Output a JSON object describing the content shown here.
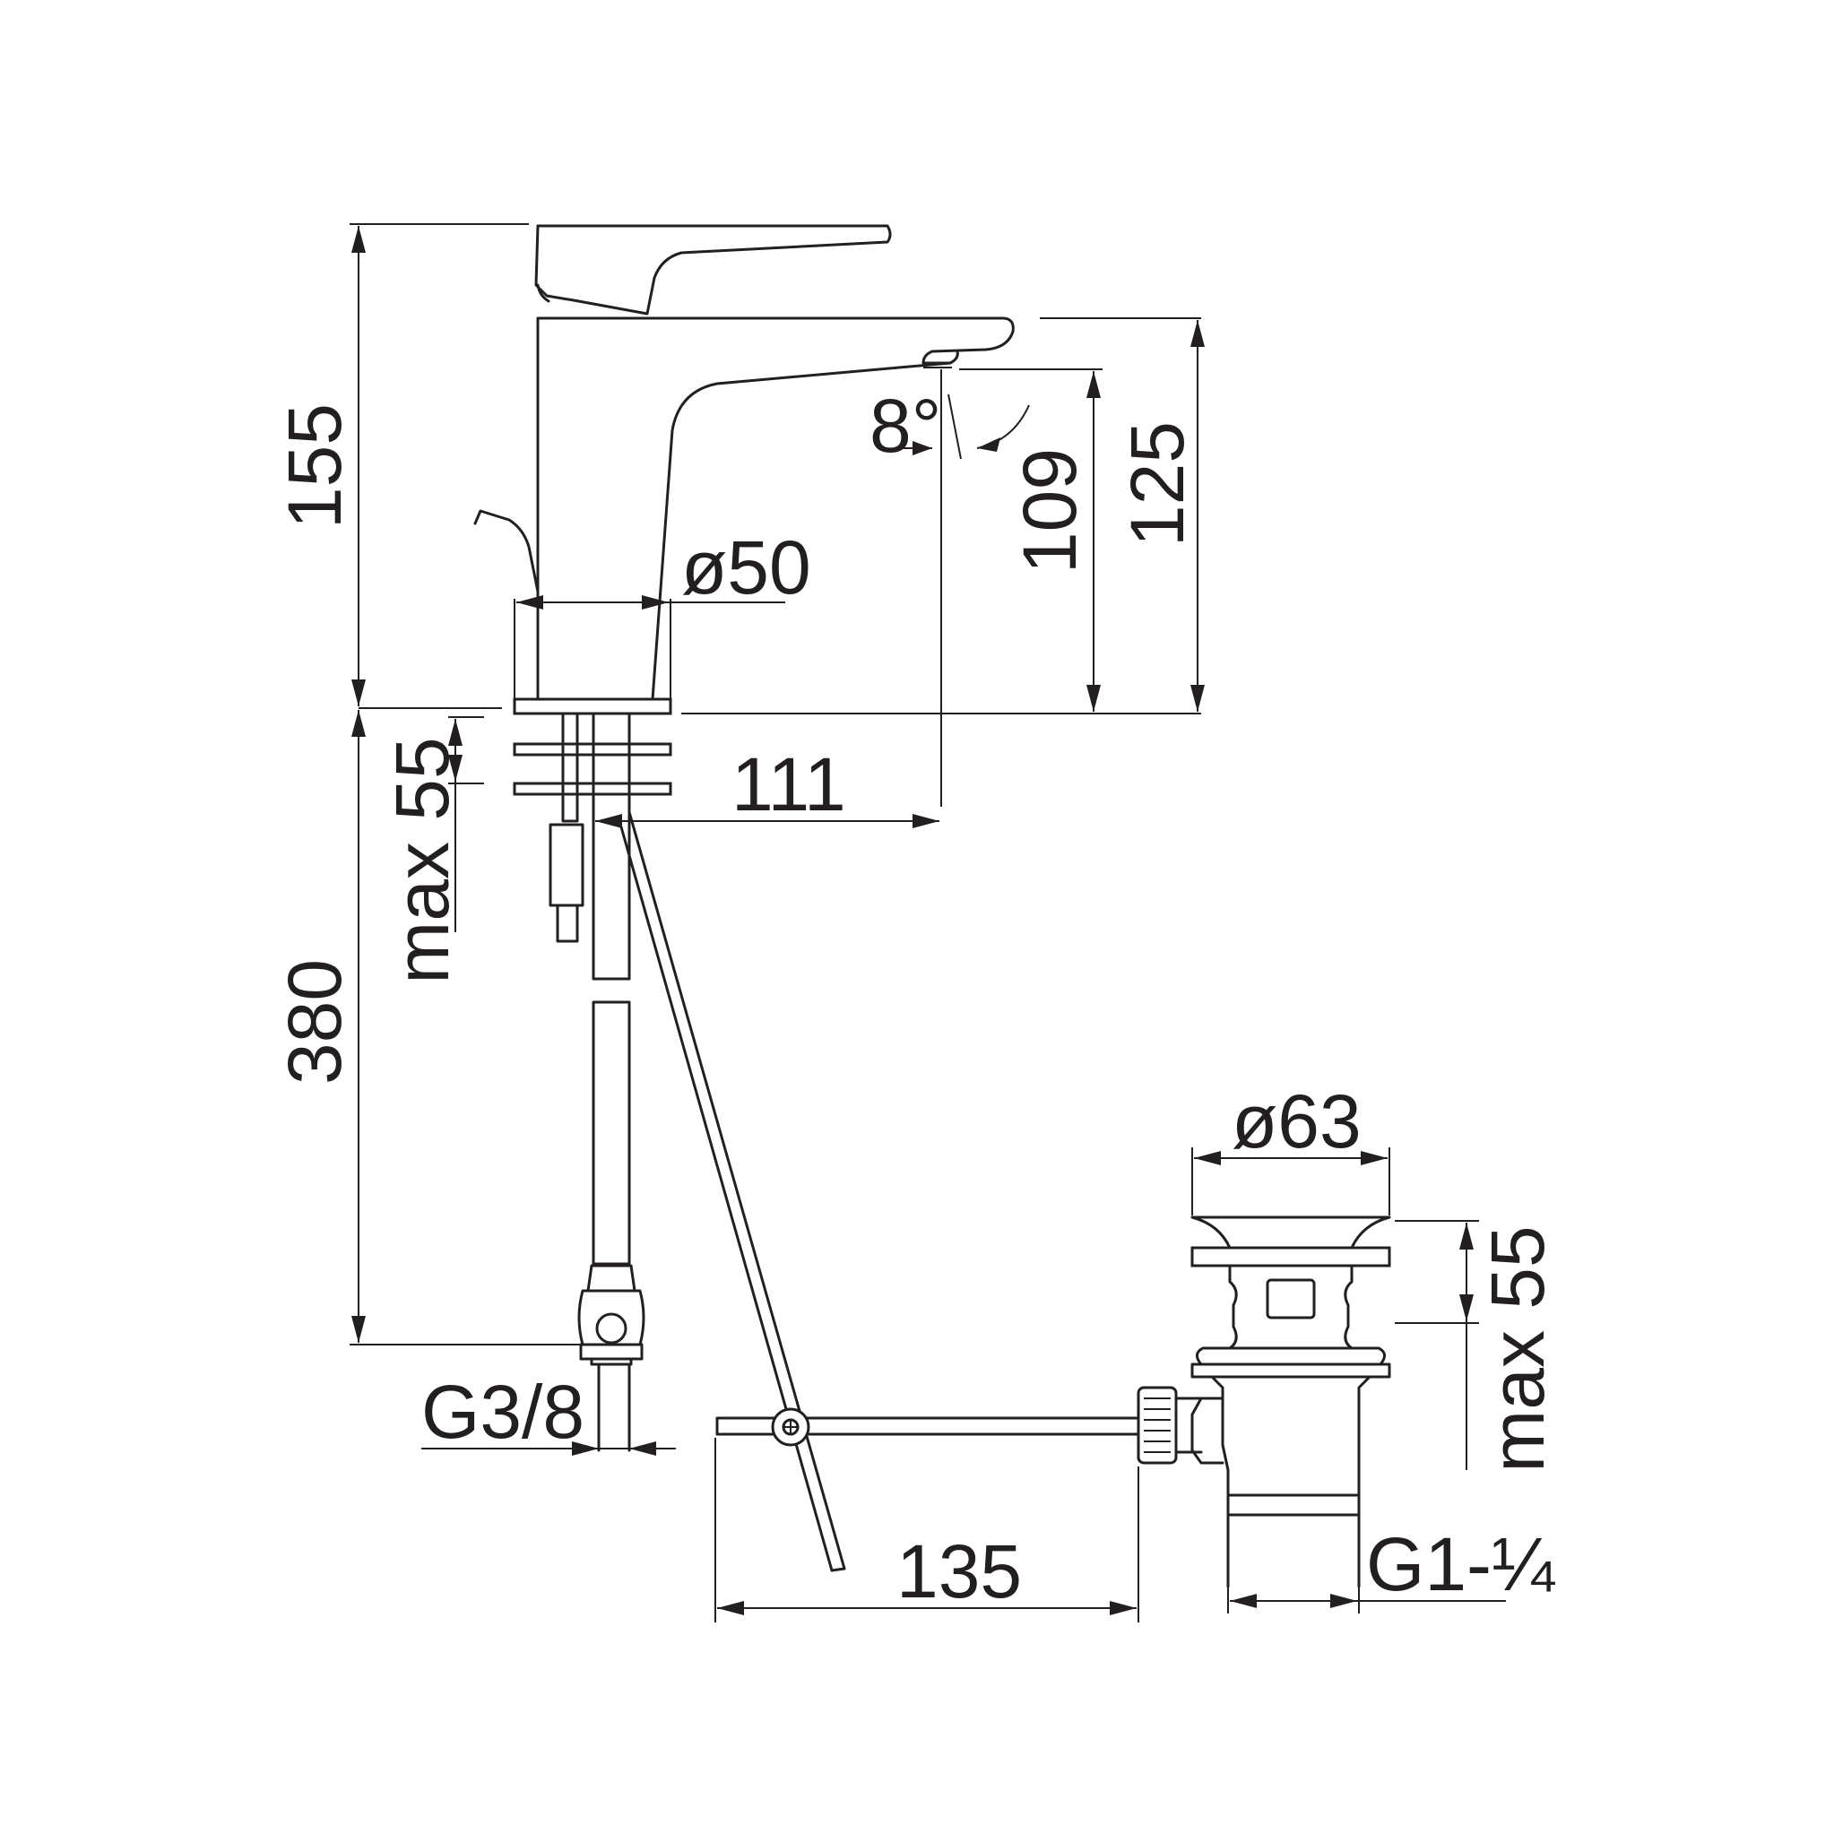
{
  "colors": {
    "line": "#231f20",
    "background": "#ffffff"
  },
  "dimensions": {
    "total_height": "155",
    "spout_height": "125",
    "outlet_height": "109",
    "spout_angle": "8°",
    "base_diameter": "ø50",
    "spout_reach": "111",
    "deck_thickness_tap": "max 55",
    "hose_length": "380",
    "hose_thread": "G3/8",
    "waste_diameter": "ø63",
    "deck_thickness_waste": "max 55",
    "rod_length": "135",
    "waste_thread": "G1-¼"
  }
}
